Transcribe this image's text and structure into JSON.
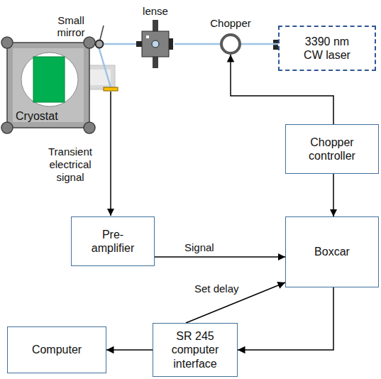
{
  "diagram": {
    "nodes": [
      {
        "text": [
          "Small mirror"
        ]
      },
      {
        "text": [
          "lense"
        ]
      },
      {
        "text": [
          "Chopper"
        ]
      },
      {
        "text": [
          "3390 nm CW laser"
        ]
      },
      {
        "text": [
          "Cryostat"
        ]
      },
      {
        "text": [
          "Chopper controller"
        ]
      },
      {
        "text": [
          "Pre- amplifier"
        ]
      },
      {
        "text": [
          "Boxcar"
        ]
      },
      {
        "text": [
          "SR 245 computer interface"
        ]
      },
      {
        "text": [
          "Computer"
        ]
      }
    ],
    "edges": [
      {
        "from": 3,
        "to": 2,
        "arrow": "none"
      },
      {
        "from": 2,
        "to": 1,
        "arrow": "none"
      },
      {
        "from": 1,
        "to": 0,
        "arrow": "none"
      },
      {
        "from": 5,
        "to": 2,
        "arrow": "to"
      },
      {
        "from": 5,
        "to": 7,
        "arrow": "to"
      },
      {
        "from": 6,
        "to": 7,
        "label": "Signal",
        "arrow": "to"
      },
      {
        "from": 8,
        "to": 7,
        "label": "Set delay",
        "arrow": "to"
      },
      {
        "from": 7,
        "to": 8,
        "arrow": "to"
      },
      {
        "from": 8,
        "to": 9,
        "arrow": "to"
      }
    ],
    "labels": [
      "Transient electrical signal"
    ]
  }
}
